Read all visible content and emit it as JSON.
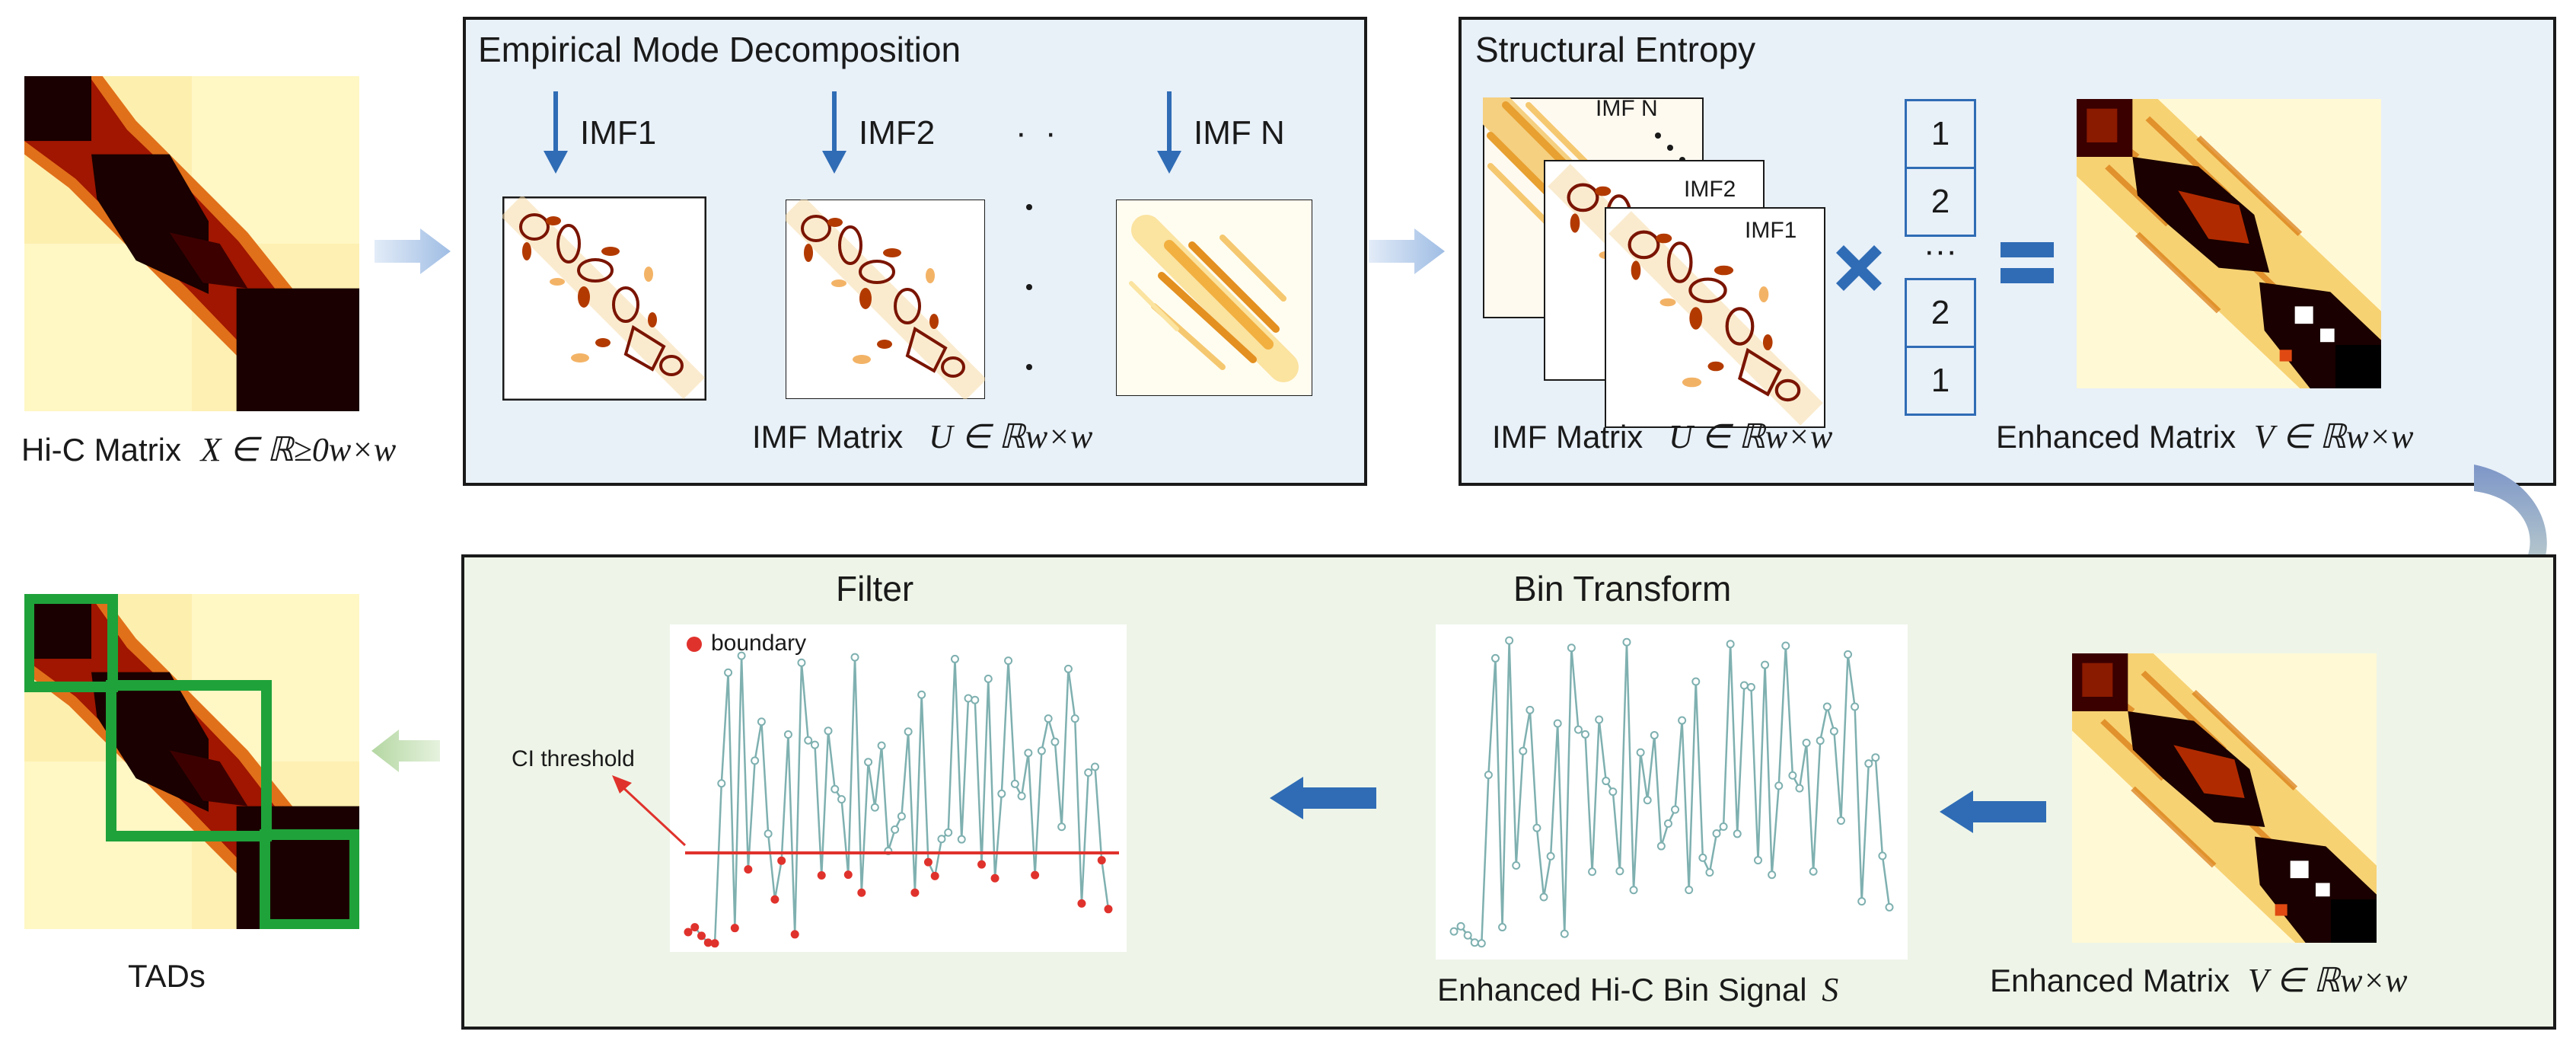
{
  "colors": {
    "panel_blue_bg": "#e8f0f8",
    "panel_green_bg": "#eef5e8",
    "panel_border": "#1a1a1a",
    "arrow_blue": "#2f6cb5",
    "flow_arrow": "#aac4e6",
    "green_arrow": "#c4dfb4",
    "tad_box": "#1fa23a",
    "boundary_red": "#e0322c",
    "signal_line": "#7fb0b0"
  },
  "hic_input": {
    "caption": "Hi-C Matrix",
    "math": "X ∈ ℝ≥0w×w"
  },
  "emd_panel": {
    "title": "Empirical Mode Decomposition",
    "imfs": [
      "IMF1",
      "IMF2",
      "IMF N"
    ],
    "dots_h": "· ·",
    "caption": "IMF Matrix",
    "math": "U ∈ ℝw×w"
  },
  "se_panel": {
    "title": "Structural  Entropy",
    "stack_labels": [
      "IMF N",
      "IMF2",
      "IMF1"
    ],
    "weights_top": [
      "1",
      "2"
    ],
    "weights_ellipsis": "···",
    "weights_bottom": [
      "2",
      "1"
    ],
    "caption_left": "IMF Matrix",
    "math_left": "U ∈ ℝw×w",
    "caption_right": "Enhanced Matrix",
    "math_right": "V ∈ ℝw×w"
  },
  "bottom_panel": {
    "filter_title": "Filter",
    "legend": "boundary",
    "threshold_label": "CI  threshold",
    "bin_title": "Bin Transform",
    "signal_caption": "Enhanced Hi-C Bin Signal",
    "signal_math": "S",
    "enhanced_caption": "Enhanced Matrix",
    "enhanced_math": "V ∈ ℝw×w"
  },
  "tads": {
    "caption": "TADs"
  }
}
